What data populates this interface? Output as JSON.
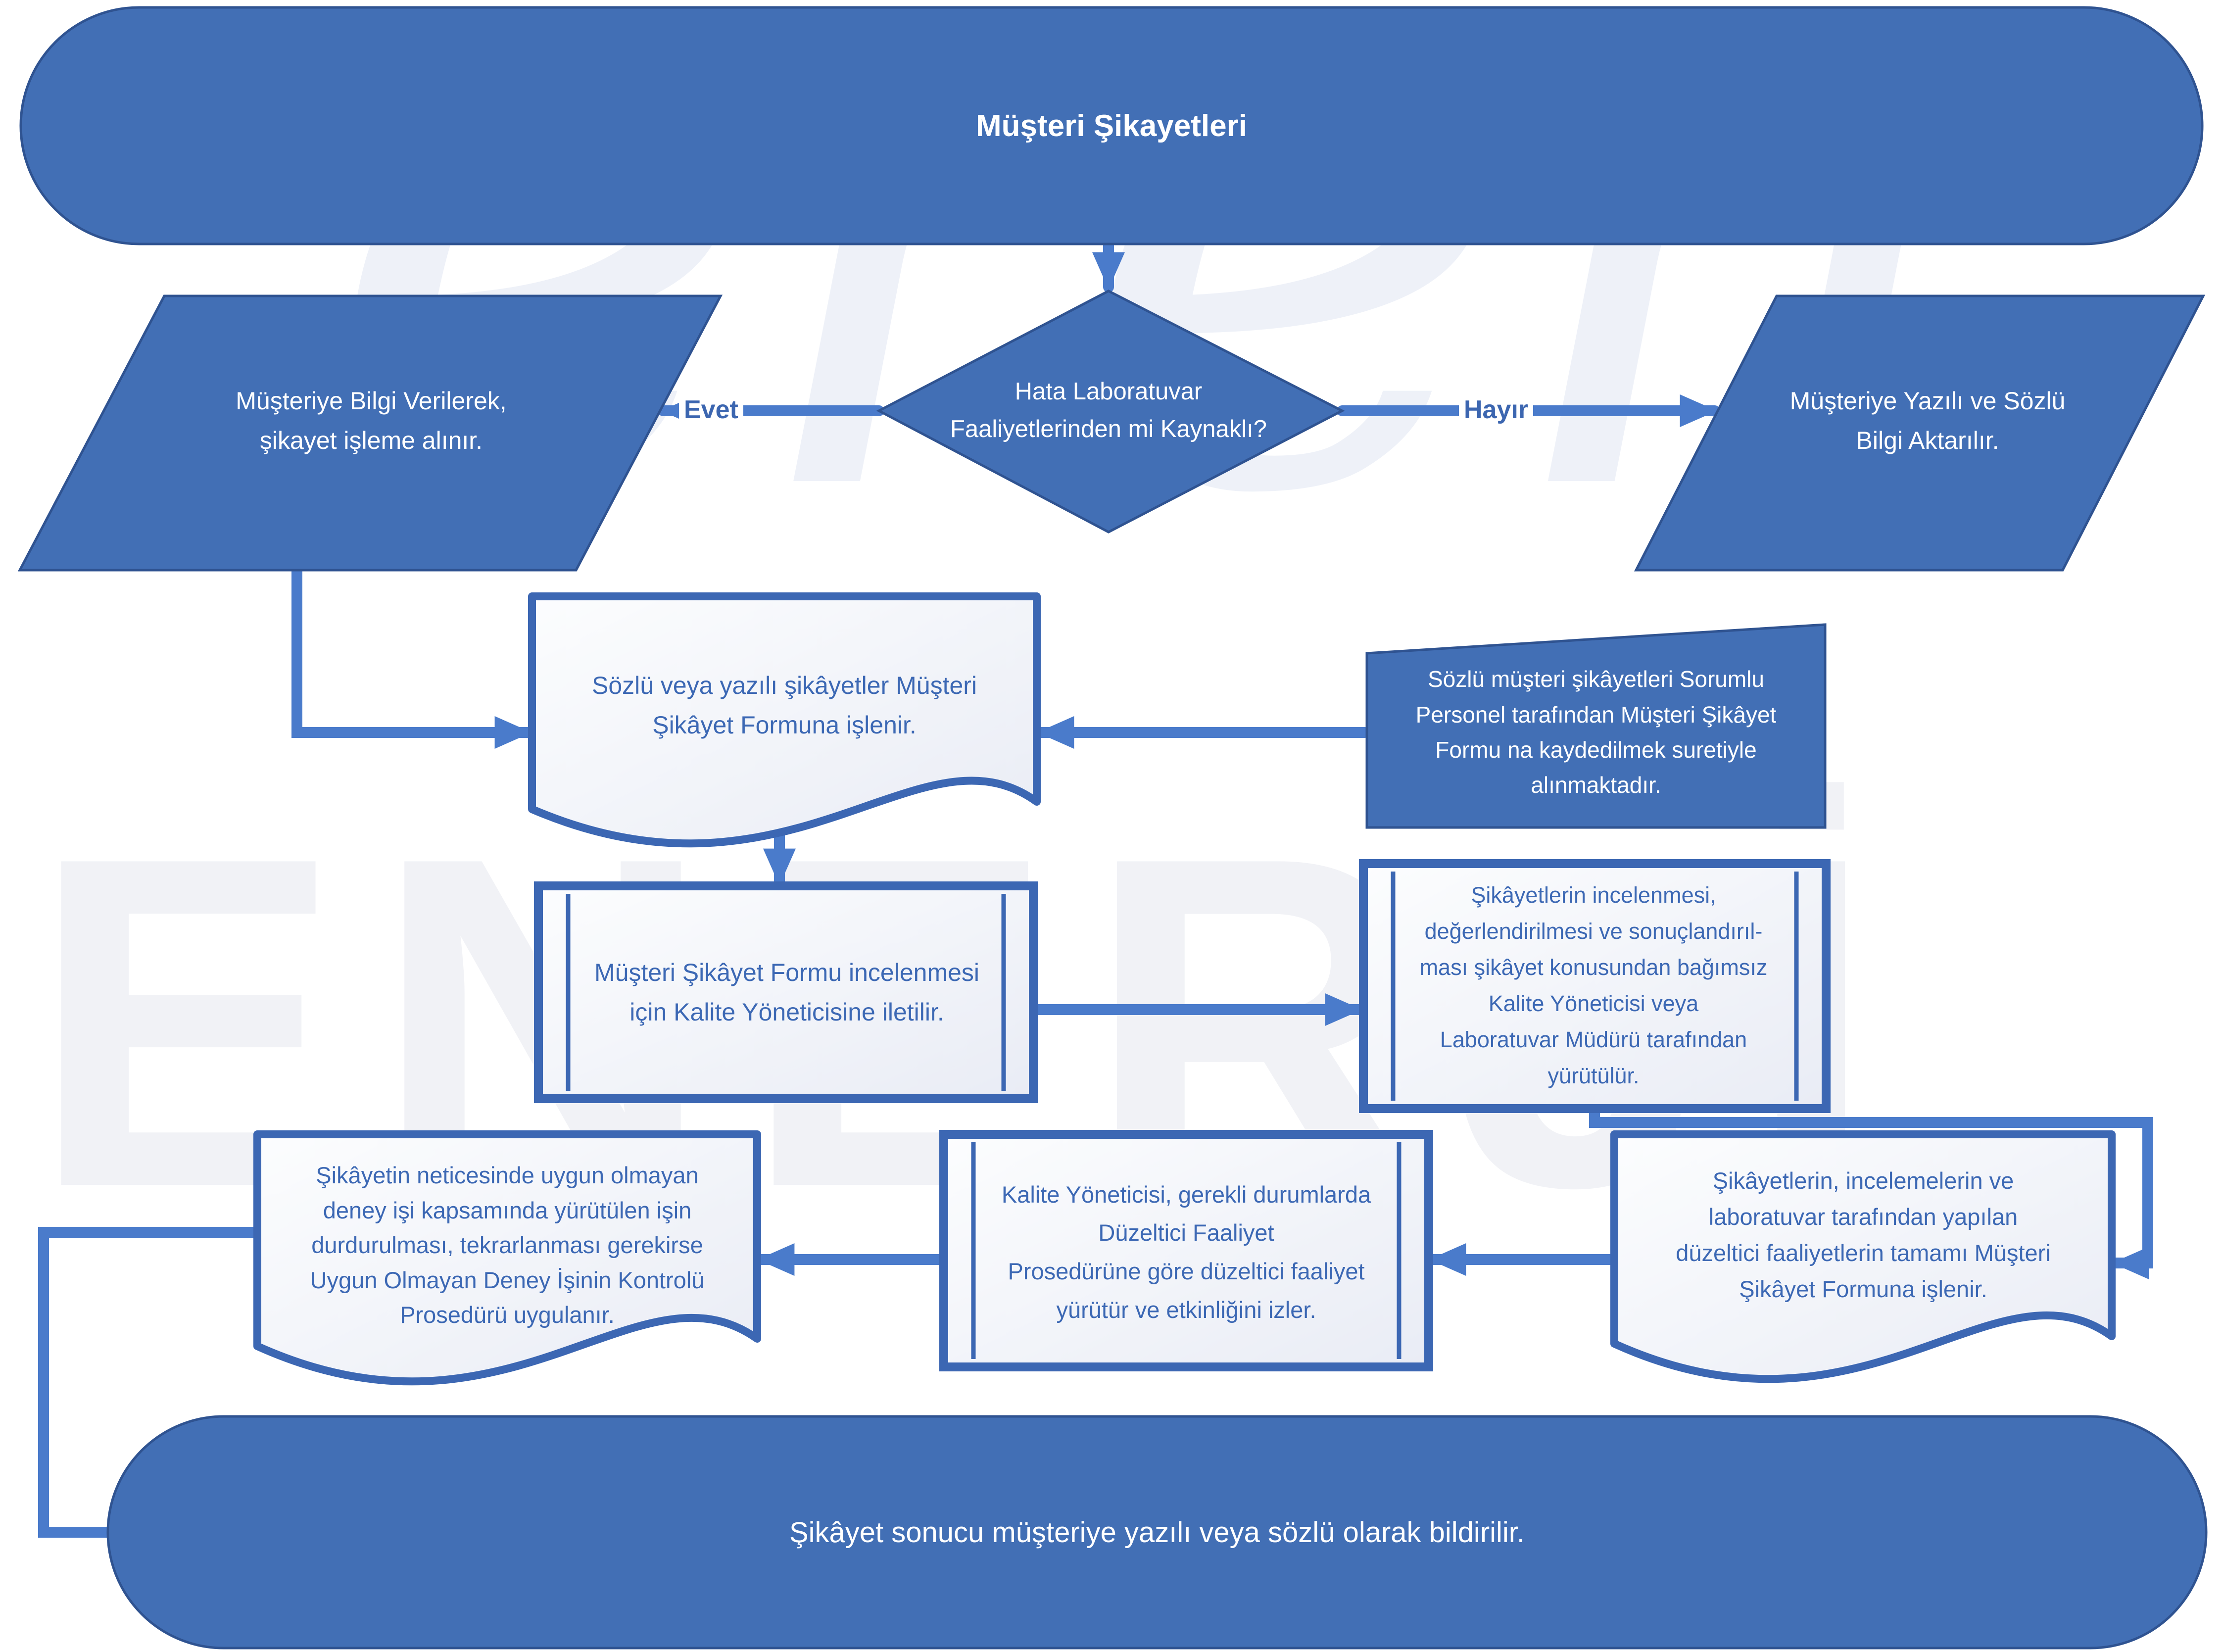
{
  "title": "Müşteri Şikayetleri",
  "watermark": {
    "script": "eren",
    "block": "ENERJİ"
  },
  "nodes": {
    "start": "Müşteri Şikayetleri",
    "decision": "Hata Laboratuvar\nFaaliyetlerinden mi Kaynaklı?",
    "yes_action": "Müşteriye Bilgi Verilerek,\nşikayet işleme alınır.",
    "no_action": "Müşteriye Yazılı ve Sözlü\nBilgi Aktarılır.",
    "doc_complaint_form": "Sözlü veya yazılı şikâyetler Müşteri\nŞikâyet Formuna işlenir.",
    "note_verbal_complaints": "Sözlü müşteri şikâyetleri Sorumlu\nPersonel tarafından Müşteri Şikâyet\nFormu na kaydedilmek suretiyle\nalınmaktadır.",
    "forward_quality_manager": "Müşteri Şikâyet Formu incelenmesi\niçin Kalite Yöneticisine iletilir.",
    "review_process": "Şikâyetlerin incelenmesi,\ndeğerlendirilmesi ve sonuçlandırıl-\nması şikâyet konusundan bağımsız\nKalite Yöneticisi veya\nLaboratuvar  Müdürü tarafından\nyürütülür.",
    "nonconforming_control": "Şikâyetin neticesinde uygun olmayan\ndeney işi kapsamında yürütülen işin\ndurdurulması, tekrarlanması gerekirse\nUygun Olmayan Deney İşinin Kontrolü\nProsedürü uygulanır.",
    "corrective_action": "Kalite Yöneticisi, gerekli durumlarda\nDüzeltici Faaliyet\nProsedürüne göre düzeltici faaliyet\nyürütür ve etkinliğini izler.",
    "doc_all_records": "Şikâyetlerin, incelemelerin ve\nlaboratuvar tarafından yapılan\ndüzeltici faaliyetlerin tamamı Müşteri\nŞikâyet Formuna işlenir.",
    "end": "Şikâyet sonucu müşteriye yazılı veya sözlü olarak bildirilir."
  },
  "edges": {
    "yes_label": "Evet",
    "no_label": "Hayır"
  },
  "colors": {
    "shape_fill": "#426fb5",
    "shape_border": "#2f5391",
    "light_shape_border": "#3c67b3",
    "connector": "#4a7bcb",
    "text_on_light": "#3c68b4",
    "watermark": "#eef1f8"
  }
}
